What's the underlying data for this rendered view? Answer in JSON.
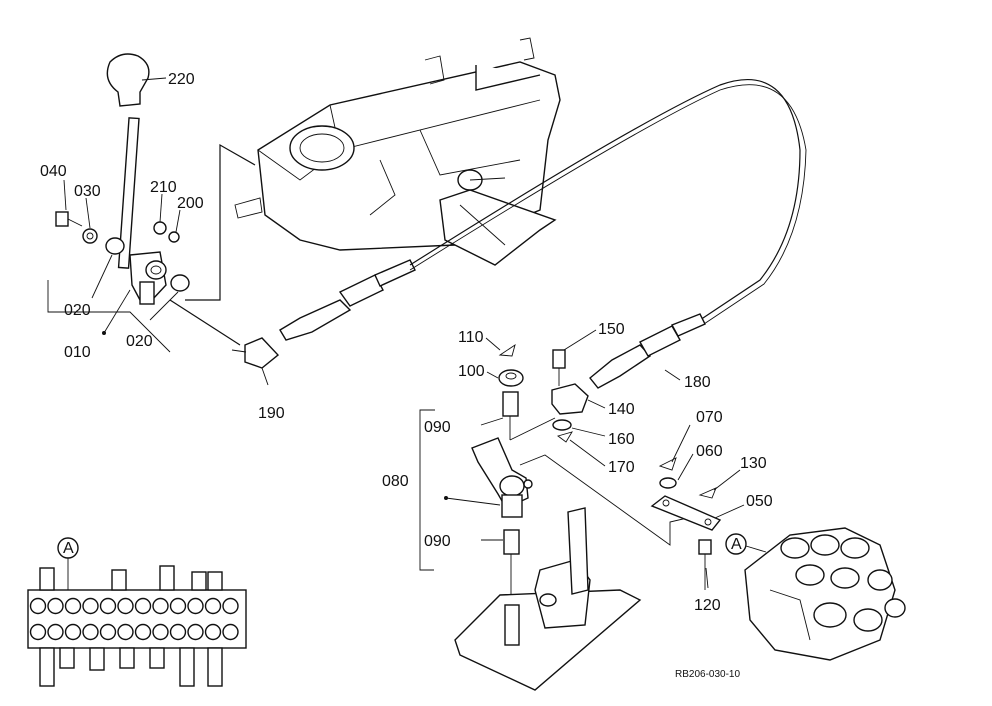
{
  "diagram": {
    "part_numbers": {
      "p010": "010",
      "p020a": "020",
      "p020b": "020",
      "p030": "030",
      "p040": "040",
      "p050": "050",
      "p060": "060",
      "p070": "070",
      "p080": "080",
      "p090a": "090",
      "p090b": "090",
      "p100": "100",
      "p110": "110",
      "p120": "120",
      "p130": "130",
      "p140": "140",
      "p150": "150",
      "p160": "160",
      "p170": "170",
      "p180": "180",
      "p190": "190",
      "p200": "200",
      "p210": "210",
      "p220": "220"
    },
    "detail_marker": "A",
    "detail_marker_2": "A",
    "reference_code": "RB206-030-10"
  }
}
